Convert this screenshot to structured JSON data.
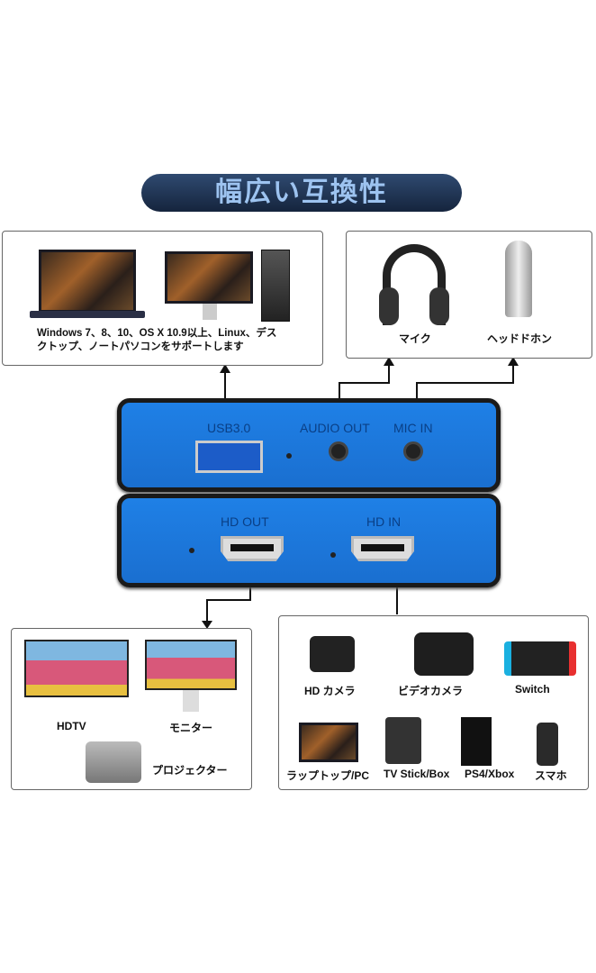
{
  "title": "幅広い互換性",
  "pc_box": {
    "caption_line1": "Windows 7、8、10、OS X 10.9以上、Linux、デス",
    "caption_line2": "クトップ、ノートパソコンをサポートします"
  },
  "audio_box": {
    "items": [
      "マイク",
      "ヘッドドホン"
    ]
  },
  "device": {
    "usb": "USB3.0",
    "audio_out": "AUDIO OUT",
    "mic_in": "MIC IN",
    "hd_out": "HD OUT",
    "hd_in": "HD IN"
  },
  "output_box": {
    "items": [
      "HDTV",
      "モニター",
      "プロジェクター"
    ]
  },
  "input_box": {
    "items": [
      "HD カメラ",
      "ビデオカメラ",
      "Switch",
      "ラップトップ/PC",
      "TV Stick/Box",
      "PS4/Xbox",
      "スマホ"
    ]
  }
}
